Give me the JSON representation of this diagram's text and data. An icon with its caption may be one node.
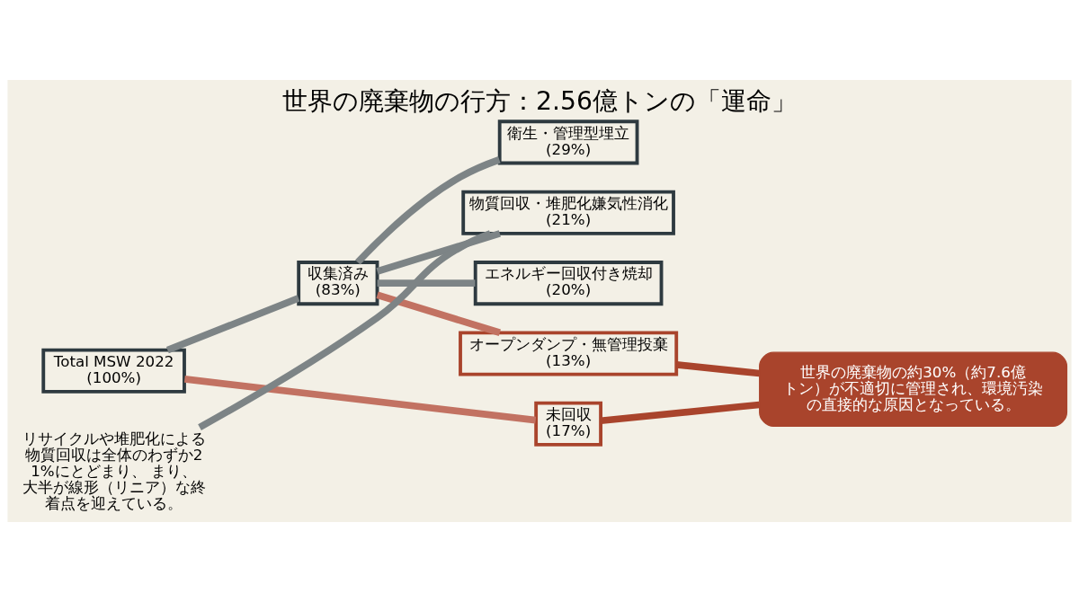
{
  "diagram": {
    "title": "世界の廃棄物の行方：2.56億トンの「運命」",
    "nodes": [
      {
        "text": [
          "Total MSW 2022",
          "(100%)"
        ]
      },
      {
        "text": [
          "収集済み",
          "(83%)"
        ]
      },
      {
        "text": [
          "未回収",
          "(17%)"
        ]
      },
      {
        "text": [
          "衛生・管理型埋立",
          "(29%)"
        ]
      },
      {
        "text": [
          "物質回収・堆肥化嫌気性消化",
          "(21%)"
        ]
      },
      {
        "text": [
          "エネルギー回収付き焼却",
          "(20%)"
        ]
      },
      {
        "text": [
          "オープンダンプ・無管理投棄",
          "(13%)"
        ]
      },
      {
        "text": [
          "リサイクルや堆肥化による物質回収は全体のわずか21%にとどまり、 まり、大半が線形（リニア）な終着点を迎えている。"
        ]
      },
      {
        "text": [
          "世界の廃棄物の約30%（約7.6億トン）が不適切に管理され、環境汚染の直接的な原因となっている。"
        ]
      }
    ],
    "edges": [
      {
        "from": 0,
        "to": 1,
        "arrow": "none"
      },
      {
        "from": 0,
        "to": 2,
        "arrow": "none",
        "color": "#c27262"
      },
      {
        "from": 1,
        "to": 3,
        "arrow": "none"
      },
      {
        "from": 1,
        "to": 4,
        "arrow": "none"
      },
      {
        "from": 1,
        "to": 5,
        "arrow": "none"
      },
      {
        "from": 1,
        "to": 6,
        "arrow": "none",
        "color": "#c27262"
      },
      {
        "from": 7,
        "to": 4,
        "arrow": "none"
      },
      {
        "from": 2,
        "to": 8,
        "arrow": "none",
        "color": "#a9442c"
      },
      {
        "from": 6,
        "to": 8,
        "arrow": "none",
        "color": "#a9442c"
      }
    ]
  }
}
